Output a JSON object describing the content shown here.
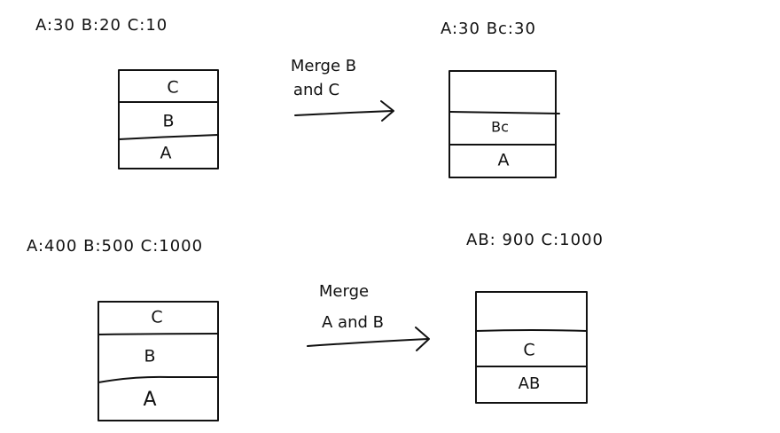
{
  "top_row": {
    "before_label": "A:30  B:20  C:10",
    "before_stack": [
      "C",
      "B",
      "A"
    ],
    "merge_note": [
      "Merge B",
      "and C"
    ],
    "after_label": "A:30   Bc:30",
    "after_stack": [
      "",
      "Bc",
      "A"
    ]
  },
  "bottom_row": {
    "before_label": "A:400   B:500   C:1000",
    "before_stack": [
      "C",
      "B",
      "A"
    ],
    "merge_note": [
      "Merge",
      "A and B"
    ],
    "after_label": "AB: 900    C:1000",
    "after_stack": [
      "",
      "C",
      "AB"
    ]
  }
}
